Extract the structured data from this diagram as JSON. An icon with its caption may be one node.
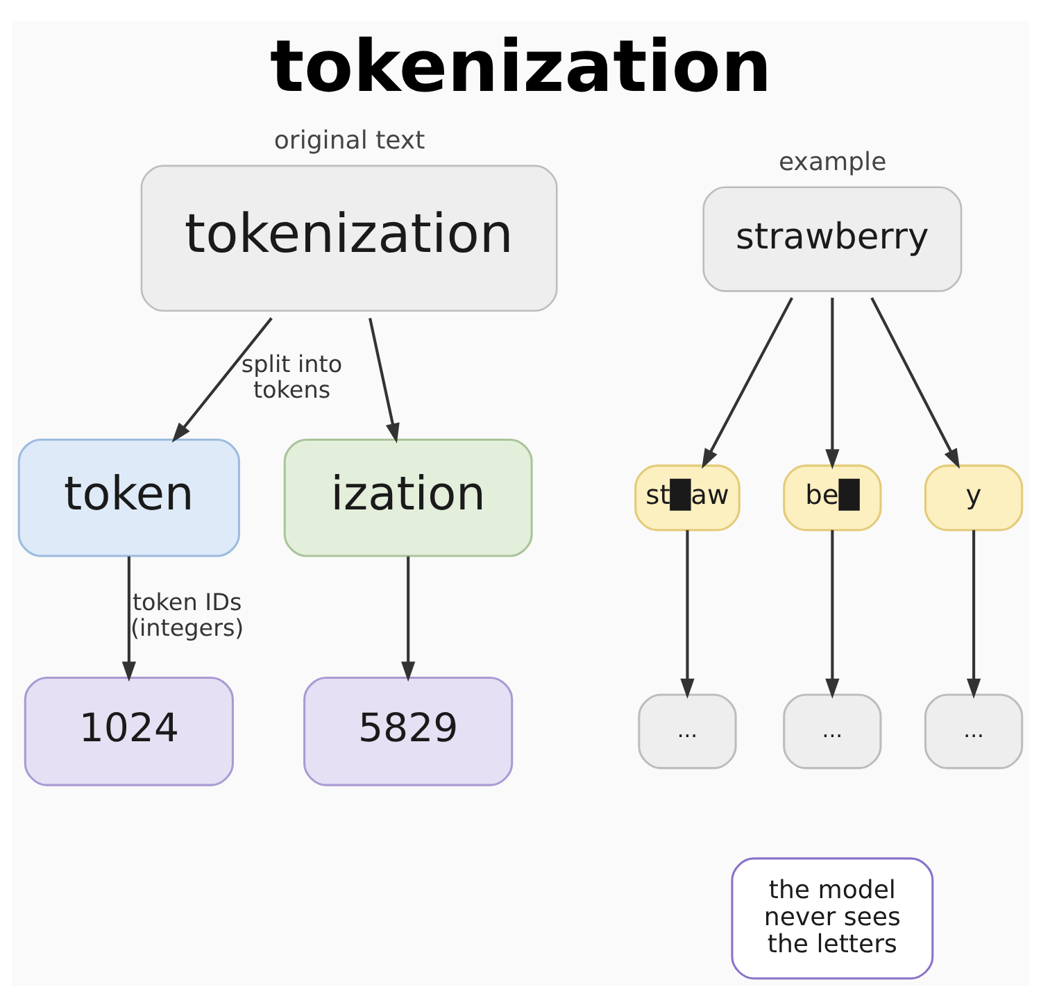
{
  "diagram": {
    "title": "tokenization",
    "nodes": [
      {
        "text": [
          "tokenization"
        ],
        "beside": [
          "original text"
        ]
      },
      {
        "text": [
          "token"
        ]
      },
      {
        "text": [
          "ization"
        ]
      },
      {
        "text": [
          "1024"
        ]
      },
      {
        "text": [
          "5829"
        ]
      },
      {
        "text": [
          "strawberry"
        ],
        "beside": [
          "example"
        ]
      },
      {
        "text": [
          "st█aw"
        ]
      },
      {
        "text": [
          "be█"
        ]
      },
      {
        "text": [
          "y"
        ]
      },
      {
        "text": [
          "..."
        ]
      },
      {
        "text": [
          "..."
        ]
      },
      {
        "text": [
          "..."
        ]
      },
      {
        "text": [
          "the model never sees the letters"
        ]
      }
    ],
    "edges": [
      {
        "from": 0,
        "to": 1,
        "arrow": "to",
        "label": "split into tokens"
      },
      {
        "from": 0,
        "to": 2,
        "arrow": "to"
      },
      {
        "from": 1,
        "to": 3,
        "arrow": "to",
        "label": "token IDs (integers)"
      },
      {
        "from": 2,
        "to": 4,
        "arrow": "to"
      },
      {
        "from": 5,
        "to": 6,
        "arrow": "to"
      },
      {
        "from": 5,
        "to": 7,
        "arrow": "to"
      },
      {
        "from": 5,
        "to": 8,
        "arrow": "to"
      },
      {
        "from": 6,
        "to": 9,
        "arrow": "to"
      },
      {
        "from": 7,
        "to": 10,
        "arrow": "to"
      },
      {
        "from": 8,
        "to": 11,
        "arrow": "to"
      }
    ]
  }
}
